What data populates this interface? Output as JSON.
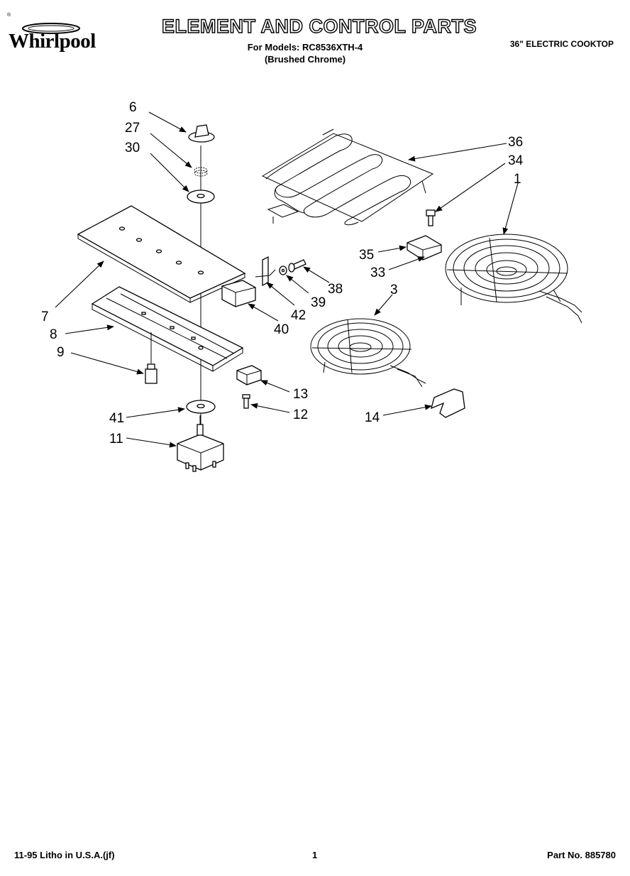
{
  "header": {
    "brand": "Whirlpool",
    "tm": "®",
    "title": "ELEMENT AND CONTROL PARTS",
    "models_line1": "For Models: RC8536XTH-4",
    "models_line2": "(Brushed Chrome)",
    "product": "36\" ELECTRIC COOKTOP"
  },
  "callouts": {
    "n6": "6",
    "n27": "27",
    "n30": "30",
    "n7": "7",
    "n8": "8",
    "n9": "9",
    "n41": "41",
    "n11": "11",
    "n40": "40",
    "n42": "42",
    "n39": "39",
    "n38": "38",
    "n13": "13",
    "n12": "12",
    "n36": "36",
    "n34": "34",
    "n1": "1",
    "n35": "35",
    "n33": "33",
    "n3": "3",
    "n14": "14"
  },
  "footer": {
    "left": "11-95 Litho in U.S.A.(jf)",
    "page": "1",
    "part_no": "Part No. 885780"
  }
}
